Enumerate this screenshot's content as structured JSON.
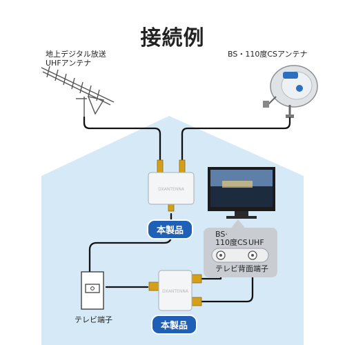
{
  "title": "接続例",
  "antennas": {
    "uhf_line1": "地上デジタル放送",
    "uhf_line2": "UHFアンテナ",
    "bs": "BS・110度CSアンテナ"
  },
  "products": {
    "top_badge": "本製品",
    "bottom_badge": "本製品"
  },
  "tv_panel": {
    "bs_line1": "BS·",
    "bs_line2": "110度CS",
    "uhf": "UHF",
    "caption": "テレビ背面端子"
  },
  "wall": {
    "caption": "テレビ端子"
  }
}
